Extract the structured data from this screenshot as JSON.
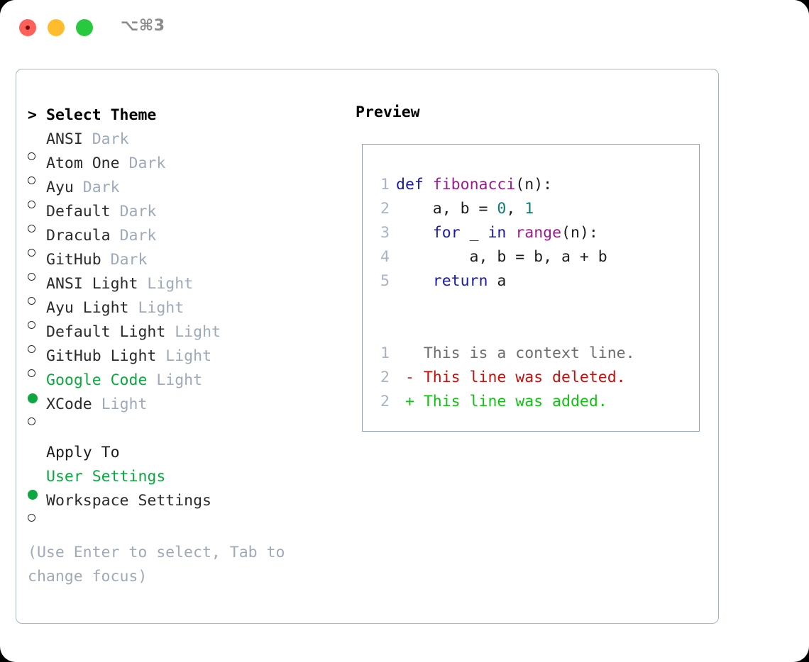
{
  "window": {
    "titlebar": {
      "shortcut": "⌥⌘3",
      "buttons": [
        {
          "name": "close",
          "color": "#FF6058"
        },
        {
          "name": "minimize",
          "color": "#FFBD2E"
        },
        {
          "name": "maximize",
          "color": "#28C93F"
        }
      ]
    }
  },
  "theme_picker": {
    "header_prompt": ">",
    "header_label": "Select Theme",
    "items": [
      {
        "marker": "○",
        "name": "ANSI",
        "tag": "Dark",
        "selected": false
      },
      {
        "marker": "○",
        "name": "Atom One",
        "tag": "Dark",
        "selected": false
      },
      {
        "marker": "○",
        "name": "Ayu",
        "tag": "Dark",
        "selected": false
      },
      {
        "marker": "○",
        "name": "Default",
        "tag": "Dark",
        "selected": false
      },
      {
        "marker": "○",
        "name": "Dracula",
        "tag": "Dark",
        "selected": false
      },
      {
        "marker": "○",
        "name": "GitHub",
        "tag": "Dark",
        "selected": false
      },
      {
        "marker": "○",
        "name": "ANSI Light",
        "tag": "Light",
        "selected": false
      },
      {
        "marker": "○",
        "name": "Ayu Light",
        "tag": "Light",
        "selected": false
      },
      {
        "marker": "○",
        "name": "Default Light",
        "tag": "Light",
        "selected": false
      },
      {
        "marker": "○",
        "name": "GitHub Light",
        "tag": "Light",
        "selected": false
      },
      {
        "marker": "●",
        "name": "Google Code",
        "tag": "Light",
        "selected": true
      },
      {
        "marker": "○",
        "name": "XCode",
        "tag": "Light",
        "selected": false
      }
    ]
  },
  "apply_to": {
    "header_label": "Apply To",
    "options": [
      {
        "marker": "●",
        "label": "User Settings",
        "selected": true
      },
      {
        "marker": "○",
        "label": "Workspace Settings",
        "selected": false
      }
    ]
  },
  "hint": {
    "text": "(Use Enter to select, Tab to change focus)"
  },
  "preview": {
    "title": "Preview",
    "code_lines": [
      {
        "number": "1",
        "tokens": [
          {
            "t": "def",
            "c": "kw"
          },
          {
            "t": " ",
            "c": "plain"
          },
          {
            "t": "fibonacci",
            "c": "fn"
          },
          {
            "t": "(",
            "c": "punc"
          },
          {
            "t": "n",
            "c": "plain"
          },
          {
            "t": "):",
            "c": "punc"
          }
        ]
      },
      {
        "number": "2",
        "tokens": [
          {
            "t": "    a, b = ",
            "c": "plain"
          },
          {
            "t": "0",
            "c": "num"
          },
          {
            "t": ", ",
            "c": "plain"
          },
          {
            "t": "1",
            "c": "num"
          }
        ]
      },
      {
        "number": "3",
        "tokens": [
          {
            "t": "    ",
            "c": "plain"
          },
          {
            "t": "for",
            "c": "kw"
          },
          {
            "t": " _ ",
            "c": "plain"
          },
          {
            "t": "in",
            "c": "kw"
          },
          {
            "t": " ",
            "c": "plain"
          },
          {
            "t": "range",
            "c": "fn"
          },
          {
            "t": "(",
            "c": "punc"
          },
          {
            "t": "n",
            "c": "plain"
          },
          {
            "t": "):",
            "c": "punc"
          }
        ]
      },
      {
        "number": "4",
        "tokens": [
          {
            "t": "        a, b = b, a + b",
            "c": "plain"
          }
        ]
      },
      {
        "number": "5",
        "tokens": [
          {
            "t": "    ",
            "c": "plain"
          },
          {
            "t": "return",
            "c": "kw"
          },
          {
            "t": " a",
            "c": "plain"
          }
        ]
      }
    ],
    "diff_lines": [
      {
        "number": "1",
        "sign": " ",
        "text": "This is a context line.",
        "kind": "context"
      },
      {
        "number": "2",
        "sign": "-",
        "text": "This line was deleted.",
        "kind": "deleted"
      },
      {
        "number": "2",
        "sign": "+",
        "text": "This line was added.",
        "kind": "added"
      }
    ]
  },
  "colors": {
    "accent_green": "#0CA83F",
    "tag_gray": "#9EAAB9",
    "border": "#A9B4C2",
    "keyword": "#1A1AA8",
    "function": "#9B1D8C",
    "number": "#0F7B73",
    "diff_context": "#6E6E6E",
    "diff_deleted": "#C2110D",
    "diff_added": "#12C212",
    "line_number": "#A8B3C4"
  }
}
